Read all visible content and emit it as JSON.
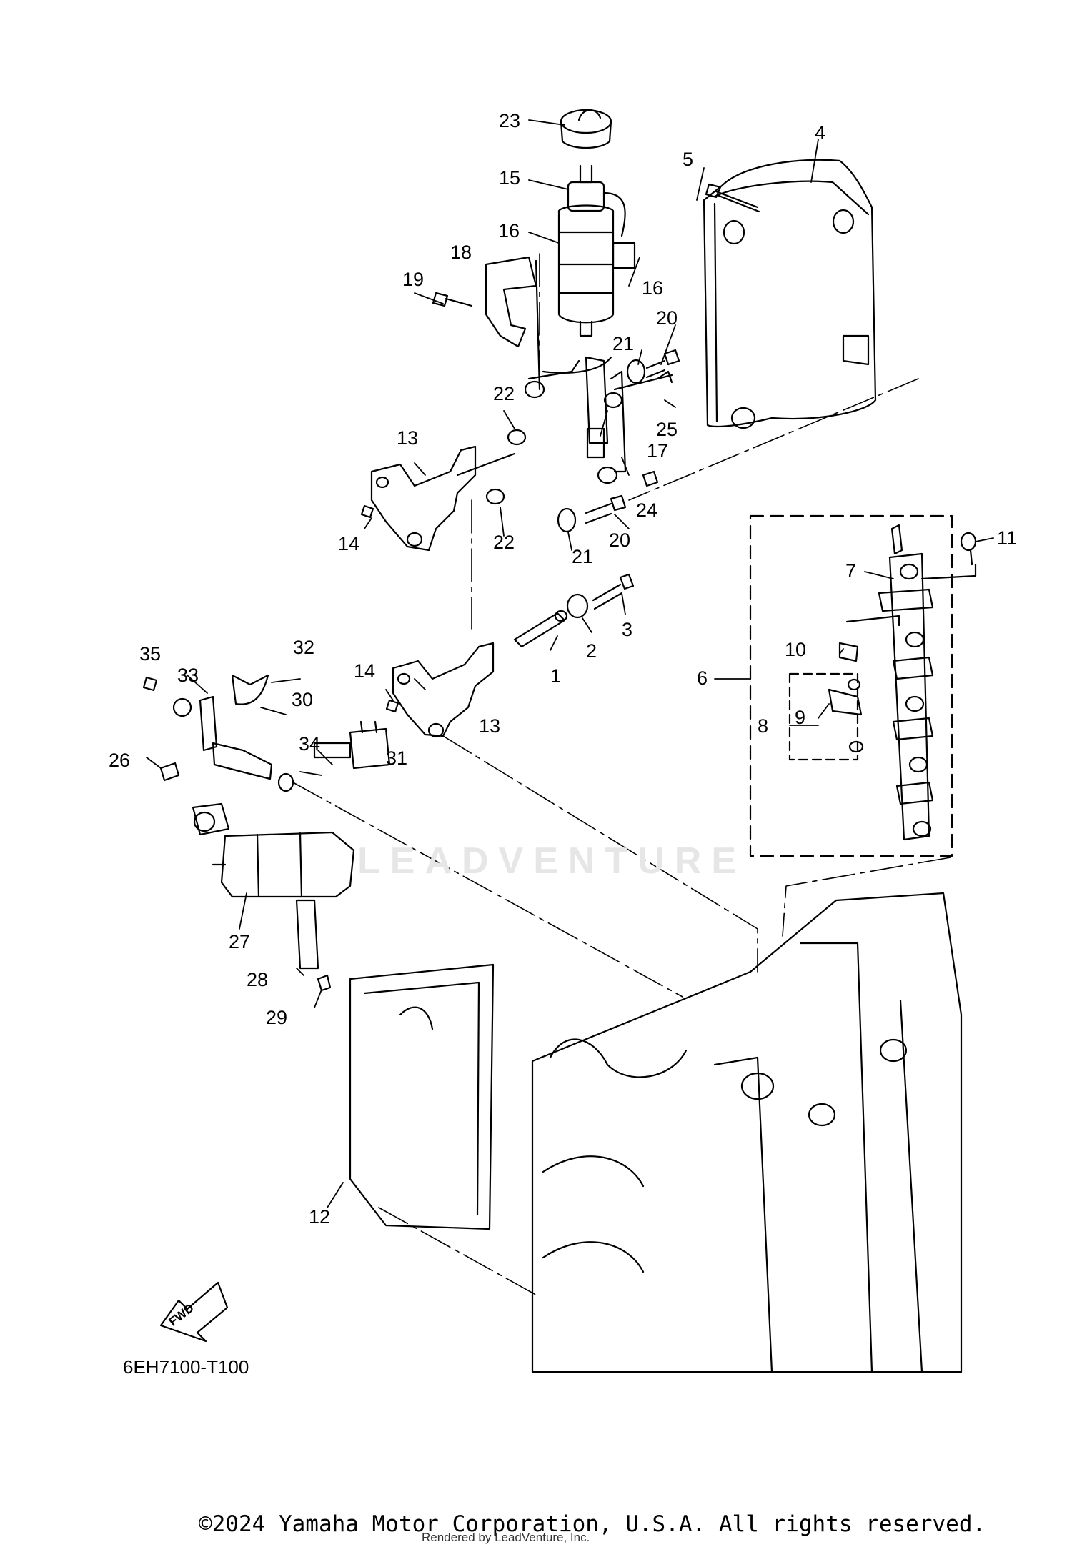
{
  "diagram": {
    "callouts": [
      "1",
      "2",
      "3",
      "4",
      "5",
      "6",
      "7",
      "8",
      "9",
      "10",
      "11",
      "12",
      "13",
      "13",
      "14",
      "14",
      "15",
      "16",
      "16",
      "17",
      "18",
      "19",
      "20",
      "20",
      "21",
      "21",
      "22",
      "22",
      "23",
      "24",
      "25",
      "26",
      "27",
      "28",
      "29",
      "30",
      "31",
      "32",
      "33",
      "34",
      "35"
    ],
    "part_code": "6EH7100-T100",
    "fwd_label": "FWD",
    "watermark": "LEADVENTURE"
  },
  "footer": {
    "copyright": "©2024 Yamaha Motor Corporation, U.S.A. All rights reserved.",
    "rendered_by": "Rendered by LeadVenture, Inc."
  }
}
